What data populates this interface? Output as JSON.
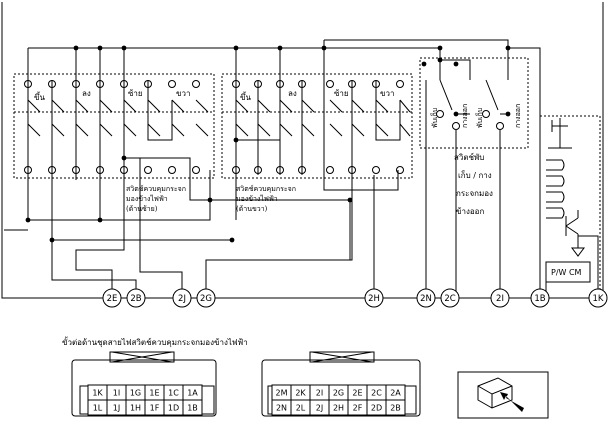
{
  "left_unit": {
    "up": "ขึ้น",
    "down": "ลง",
    "left": "ซ้าย",
    "right": "ขวา",
    "label_1": "สวิตช์ควบคุมกระจก",
    "label_2": "มองข้างไฟฟ้า",
    "label_3": "(ด้านซ้าย)"
  },
  "right_unit": {
    "up": "ขึ้น",
    "down": "ลง",
    "left": "ซ้าย",
    "right": "ขวา",
    "label_1": "สวิตช์ควบคุมกระจก",
    "label_2": "มองข้างไฟฟ้า",
    "label_3": "(ด้านขวา)"
  },
  "fold_switch": {
    "fold_a": "พับเก็บ",
    "extend_a": "กางออก",
    "fold_b": "พับเก็บ",
    "extend_b": "กางออก",
    "label_1": "สวิตช์พับ",
    "label_2": "เก็บ / กาง",
    "label_3": "กระจกมอง",
    "label_4": "ข้างออก"
  },
  "pwcm_label": "P/W CM",
  "terminals": [
    "2E",
    "2B",
    "2J",
    "2G",
    "2H",
    "2N",
    "2C",
    "2I",
    "1B",
    "1K"
  ],
  "connector_caption": "ขั้วต่อด้านชุดสายไฟสวิตช์ควบคุมกระจกมองข้างไฟฟ้า",
  "connector_1": {
    "top": [
      "1K",
      "1I",
      "1G",
      "1E",
      "1C",
      "1A"
    ],
    "bottom": [
      "1L",
      "1J",
      "1H",
      "1F",
      "1D",
      "1B"
    ]
  },
  "connector_2": {
    "top": [
      "2M",
      "2K",
      "2I",
      "2G",
      "2E",
      "2C",
      "2A"
    ],
    "bottom": [
      "2N",
      "2L",
      "2J",
      "2H",
      "2F",
      "2D",
      "2B"
    ]
  }
}
